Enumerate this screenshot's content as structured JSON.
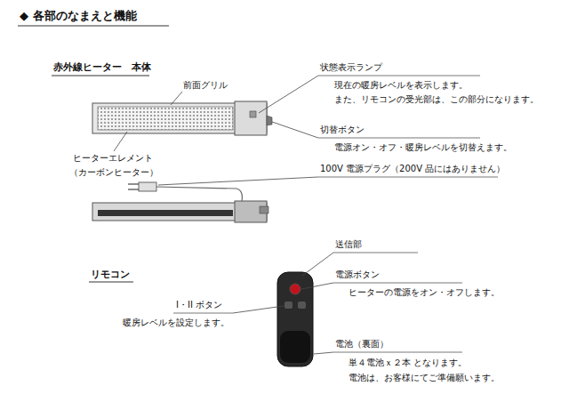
{
  "diagram": {
    "title": "◆ 各部のなまえと機能",
    "labels": [
      "赤外線ヒーター　本体",
      "前面グリル",
      "ヒーターエレメント",
      "（カーボンヒーター）",
      "状態表示ランプ",
      "現在の暖房レベルを表示します。",
      "また、リモコンの受光部は、この部分になります。",
      "切替ボタン",
      "電源オン・オフ・暖房レベルを切替えます。",
      "100V 電源プラグ（200V 品にはありません）",
      "リモコン",
      "送信部",
      "電源ボタン",
      "ヒーターの電源をオン・オフします。",
      "I・II ボタン",
      "暖房レベルを設定します。",
      "電池（裏面）",
      "単４電池ｘ２本 となります。",
      "電池は、お客様にてご準備願います。"
    ]
  }
}
